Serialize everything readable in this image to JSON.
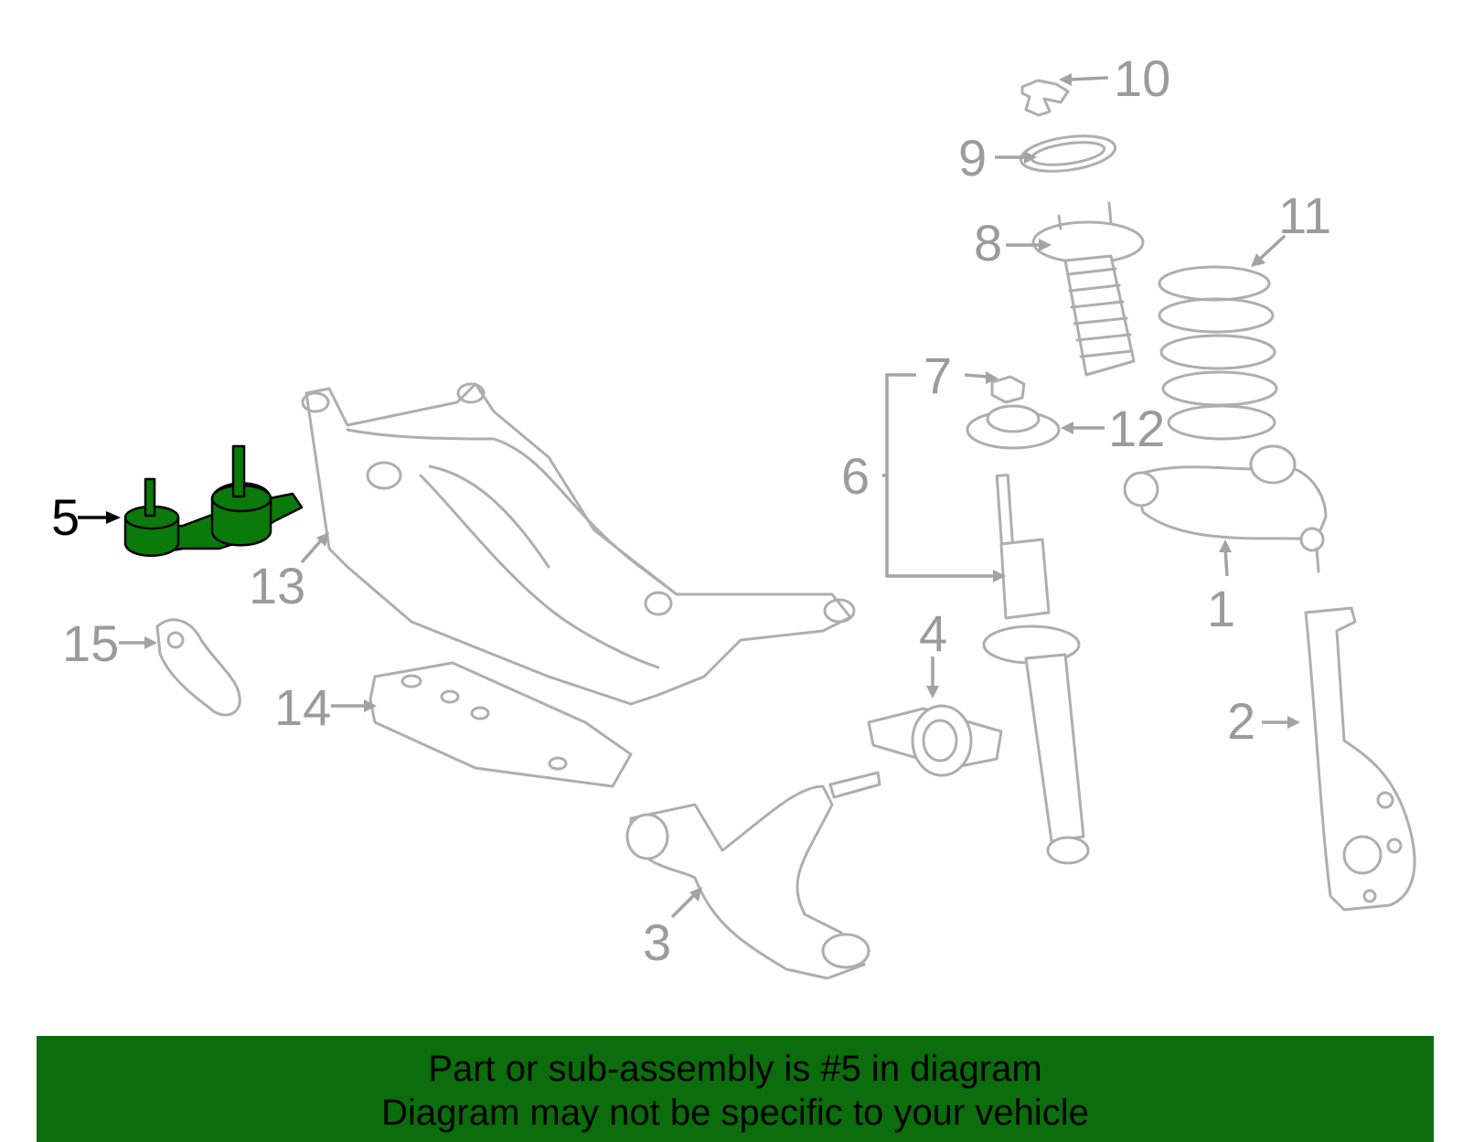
{
  "diagram": {
    "highlight_color": "#0a7a0a",
    "label_color": "#9b9b9b",
    "highlighted_part": "5",
    "callouts": [
      "1",
      "2",
      "3",
      "4",
      "5",
      "6",
      "7",
      "8",
      "9",
      "10",
      "11",
      "12",
      "13",
      "14",
      "15"
    ]
  },
  "banner": {
    "line1": "Part or sub-assembly is #5 in diagram",
    "line2": "Diagram may not be specific to your vehicle",
    "background": "#0b6d0b"
  }
}
